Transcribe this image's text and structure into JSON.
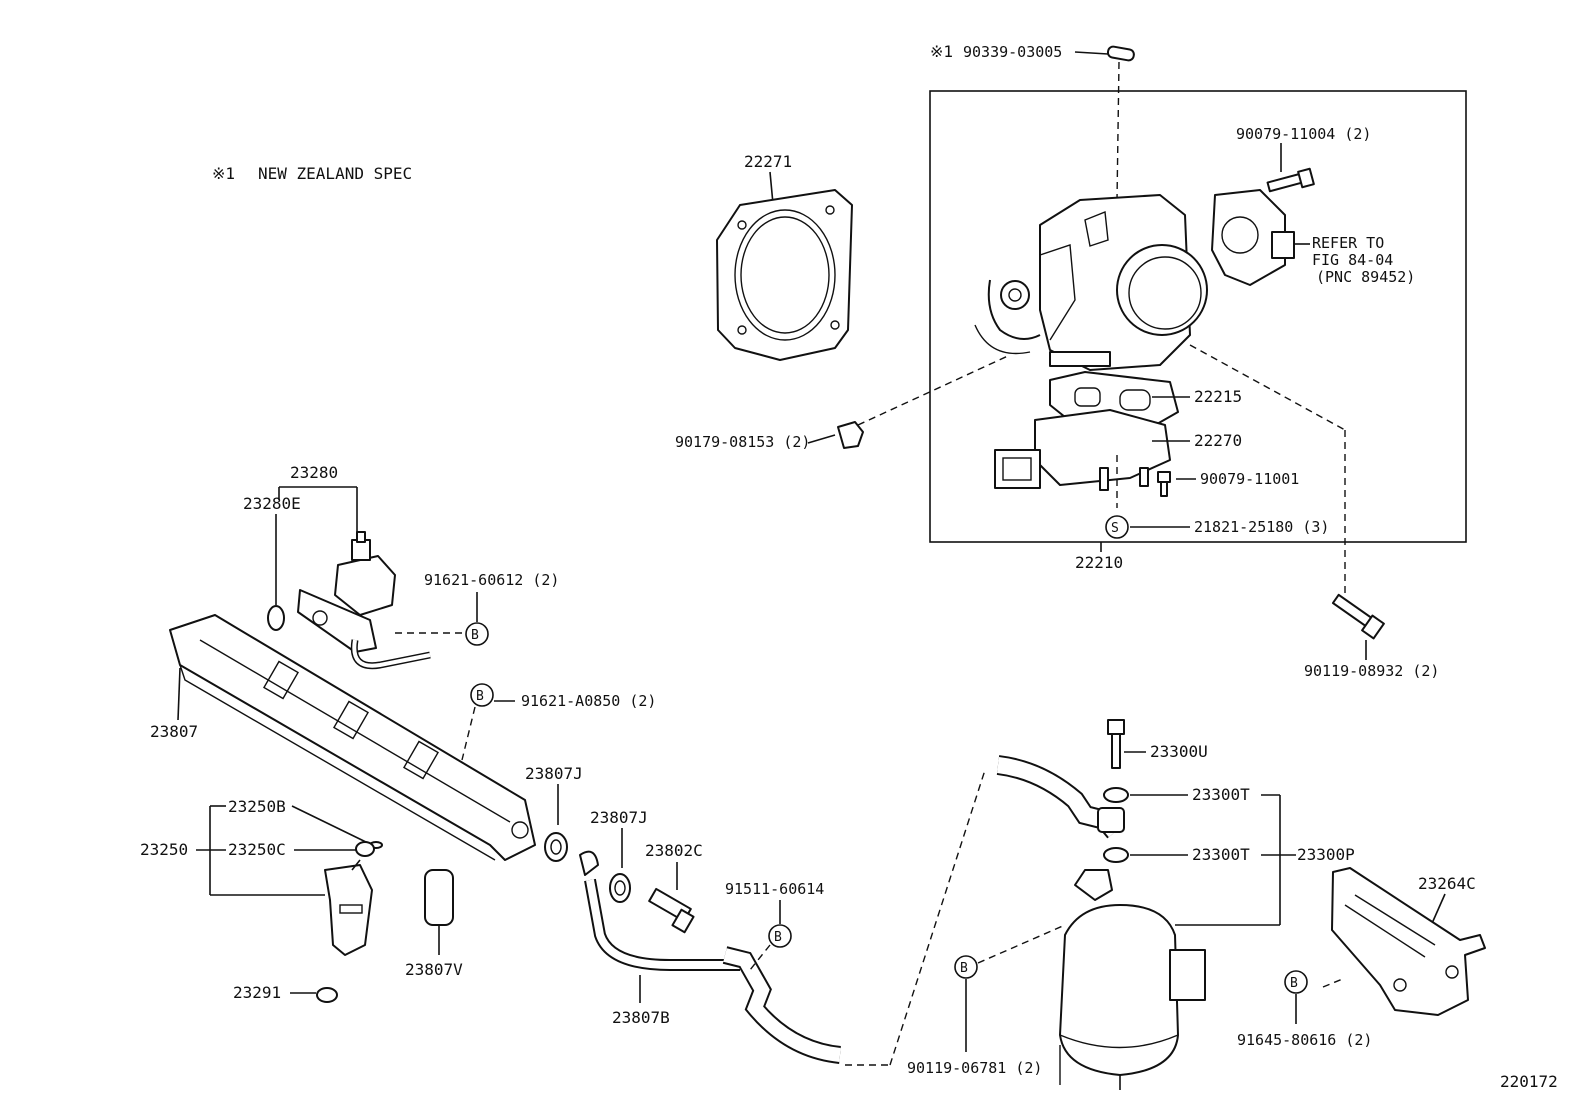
{
  "note": {
    "mark": "※1",
    "text": "NEW ZEALAND SPEC"
  },
  "markers": {
    "b": "B",
    "s": "S"
  },
  "labels": {
    "p90339": "90339-03005",
    "p90339_mark": "※1",
    "p22271": "22271",
    "p90079_11004": "90079-11004 (2)",
    "refer_line1": "REFER TO",
    "refer_line2": "FIG 84-04",
    "refer_line3": "(PNC 89452)",
    "p22215": "22215",
    "p22270": "22270",
    "p90079_11001": "90079-11001",
    "p21821": "21821-25180 (3)",
    "p22210": "22210",
    "p90179": "90179-08153 (2)",
    "p23280": "23280",
    "p23280E": "23280E",
    "p91621_60612": "91621-60612 (2)",
    "p91621_A0850": "91621-A0850 (2)",
    "p23807": "23807",
    "p23807J_a": "23807J",
    "p23807J_b": "23807J",
    "p23802C": "23802C",
    "p91511": "91511-60614",
    "p23250B": "23250B",
    "p23250": "23250",
    "p23250C": "23250C",
    "p23807V": "23807V",
    "p23291": "23291",
    "p23807B": "23807B",
    "p90119_08932": "90119-08932 (2)",
    "p23300U": "23300U",
    "p23300T_a": "23300T",
    "p23300T_b": "23300T",
    "p23300P": "23300P",
    "p23264C": "23264C",
    "p90119_06781": "90119-06781 (2)",
    "p91645": "91645-80616 (2)",
    "figure_no": "220172"
  }
}
